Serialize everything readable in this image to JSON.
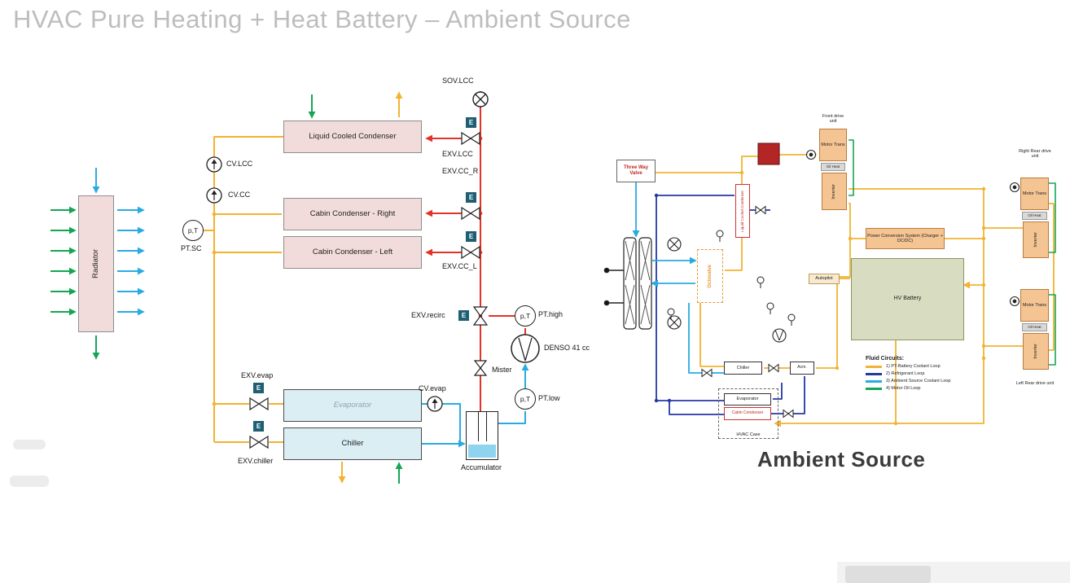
{
  "title": "HVAC Pure Heating + Heat Battery – Ambient Source",
  "colors": {
    "refrigerant_high_pressure": "#e53226",
    "liquid_line_yellow": "#f2b232",
    "suction_ambient_cyan": "#29abe2",
    "motor_oil_green": "#15a654",
    "refrigerant_loop_navy": "#2438a6",
    "condenser_box_pink": "#f2dcdb",
    "evaporator_box_blue": "#daeef3",
    "drive_unit_orange": "#f5c493",
    "hv_battery_green": "#d8ddc1",
    "title_gray": "#bdbdbd"
  },
  "left": {
    "radiator_label": "Radiator",
    "lcc_label": "Liquid Cooled Condenser",
    "cabin_condenser_right_label": "Cabin Condenser - Right",
    "cabin_condenser_left_label": "Cabin Condenser - Left",
    "evaporator_label": "Evaporator",
    "chiller_label": "Chiller",
    "accumulator_label": "Accumulator",
    "compressor_label": "DENSO 41 cc",
    "valve_e_label": "E",
    "valves": {
      "sov_lcc": "SOV.LCC",
      "exv_lcc": "EXV.LCC",
      "exv_cc_r": "EXV.CC_R",
      "exv_cc_l": "EXV.CC_L",
      "exv_recirc": "EXV.recirc",
      "exv_evap": "EXV.evap",
      "exv_chiller": "EXV.chiller",
      "mister": "Mister",
      "cv_lcc": "CV.LCC",
      "cv_cc": "CV.CC",
      "cv_evap": "CV.evap"
    },
    "sensors": {
      "pt_circle": "p,T",
      "pt_sc": "PT.SC",
      "pt_high": "PT.high",
      "pt_low": "PT.low"
    }
  },
  "right": {
    "three_way_valve": "Three Way Valve",
    "front_drive_unit": "Front drive unit",
    "right_rear_drive_unit": "Right Rear drive unit",
    "left_rear_drive_unit": "Left Rear drive unit",
    "motor_trans": "Motor Trans",
    "oil_heat": "Oil Heat",
    "inverter": "Inverter",
    "pcs": "Power Conversion System (Charger + DC/DC)",
    "autopilot": "Autopilot",
    "hv_battery": "HV Battery",
    "lcc": "Liquid Cooled Condenser",
    "octovalve": "Octovalve",
    "chiller": "Chiller",
    "acm": "Acm.",
    "evaporator": "Evaporator",
    "cabin_condenser": "Cabin Condenser",
    "hvac_case": "HVAC Case",
    "legend_title": "Fluid Circuits:",
    "legend_items": [
      {
        "label": "1) PT-Battery Coolant Loop",
        "color": "#f2b232"
      },
      {
        "label": "2) Refrigerant Loop",
        "color": "#2438a6"
      },
      {
        "label": "3) Ambient Source Coolant Loop",
        "color": "#29abe2"
      },
      {
        "label": "4) Motor Oil Loop",
        "color": "#15a654"
      }
    ],
    "caption": "Ambient Source"
  }
}
